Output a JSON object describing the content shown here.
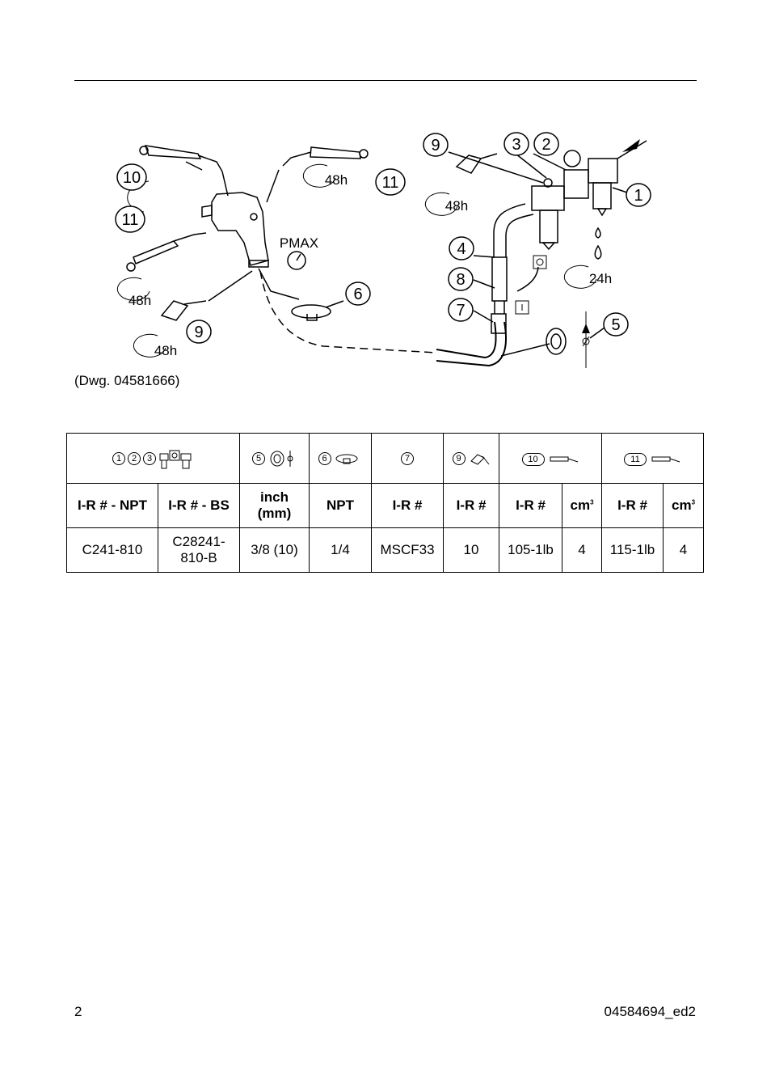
{
  "drawing": {
    "callouts": {
      "c1": "1",
      "c2": "2",
      "c3": "3",
      "c4": "4",
      "c5": "5",
      "c6": "6",
      "c7": "7",
      "c8": "8",
      "c9a": "9",
      "c9b": "9",
      "c10": "10",
      "c11a": "11",
      "c11b": "11"
    },
    "interval_48h": "48h",
    "interval_24h": "24h",
    "pmax": "PMAX",
    "caption": "(Dwg. 04581666)"
  },
  "table": {
    "symbols": {
      "s123": [
        "1",
        "2",
        "3"
      ],
      "s5": "5",
      "s6": "6",
      "s7": "7",
      "s9": "9",
      "s10": "10",
      "s11": "11"
    },
    "headers": {
      "h1": "I-R # - NPT",
      "h2": "I-R # - BS",
      "h3a": "inch",
      "h3b": "(mm)",
      "h4": "NPT",
      "h5": "I-R #",
      "h6": "I-R #",
      "h7": "I-R #",
      "h8": "cm",
      "h8sup": "3",
      "h9": "I-R #",
      "h10": "cm",
      "h10sup": "3"
    },
    "row": {
      "v1": "C241-810",
      "v2a": "C28241-",
      "v2b": "810-B",
      "v3": "3/8 (10)",
      "v4": "1/4",
      "v5": "MSCF33",
      "v6": "10",
      "v7": "105-1lb",
      "v8": "4",
      "v9": "115-1lb",
      "v10": "4"
    }
  },
  "footer": {
    "page_number": "2",
    "doc_id": "04584694_ed2"
  }
}
